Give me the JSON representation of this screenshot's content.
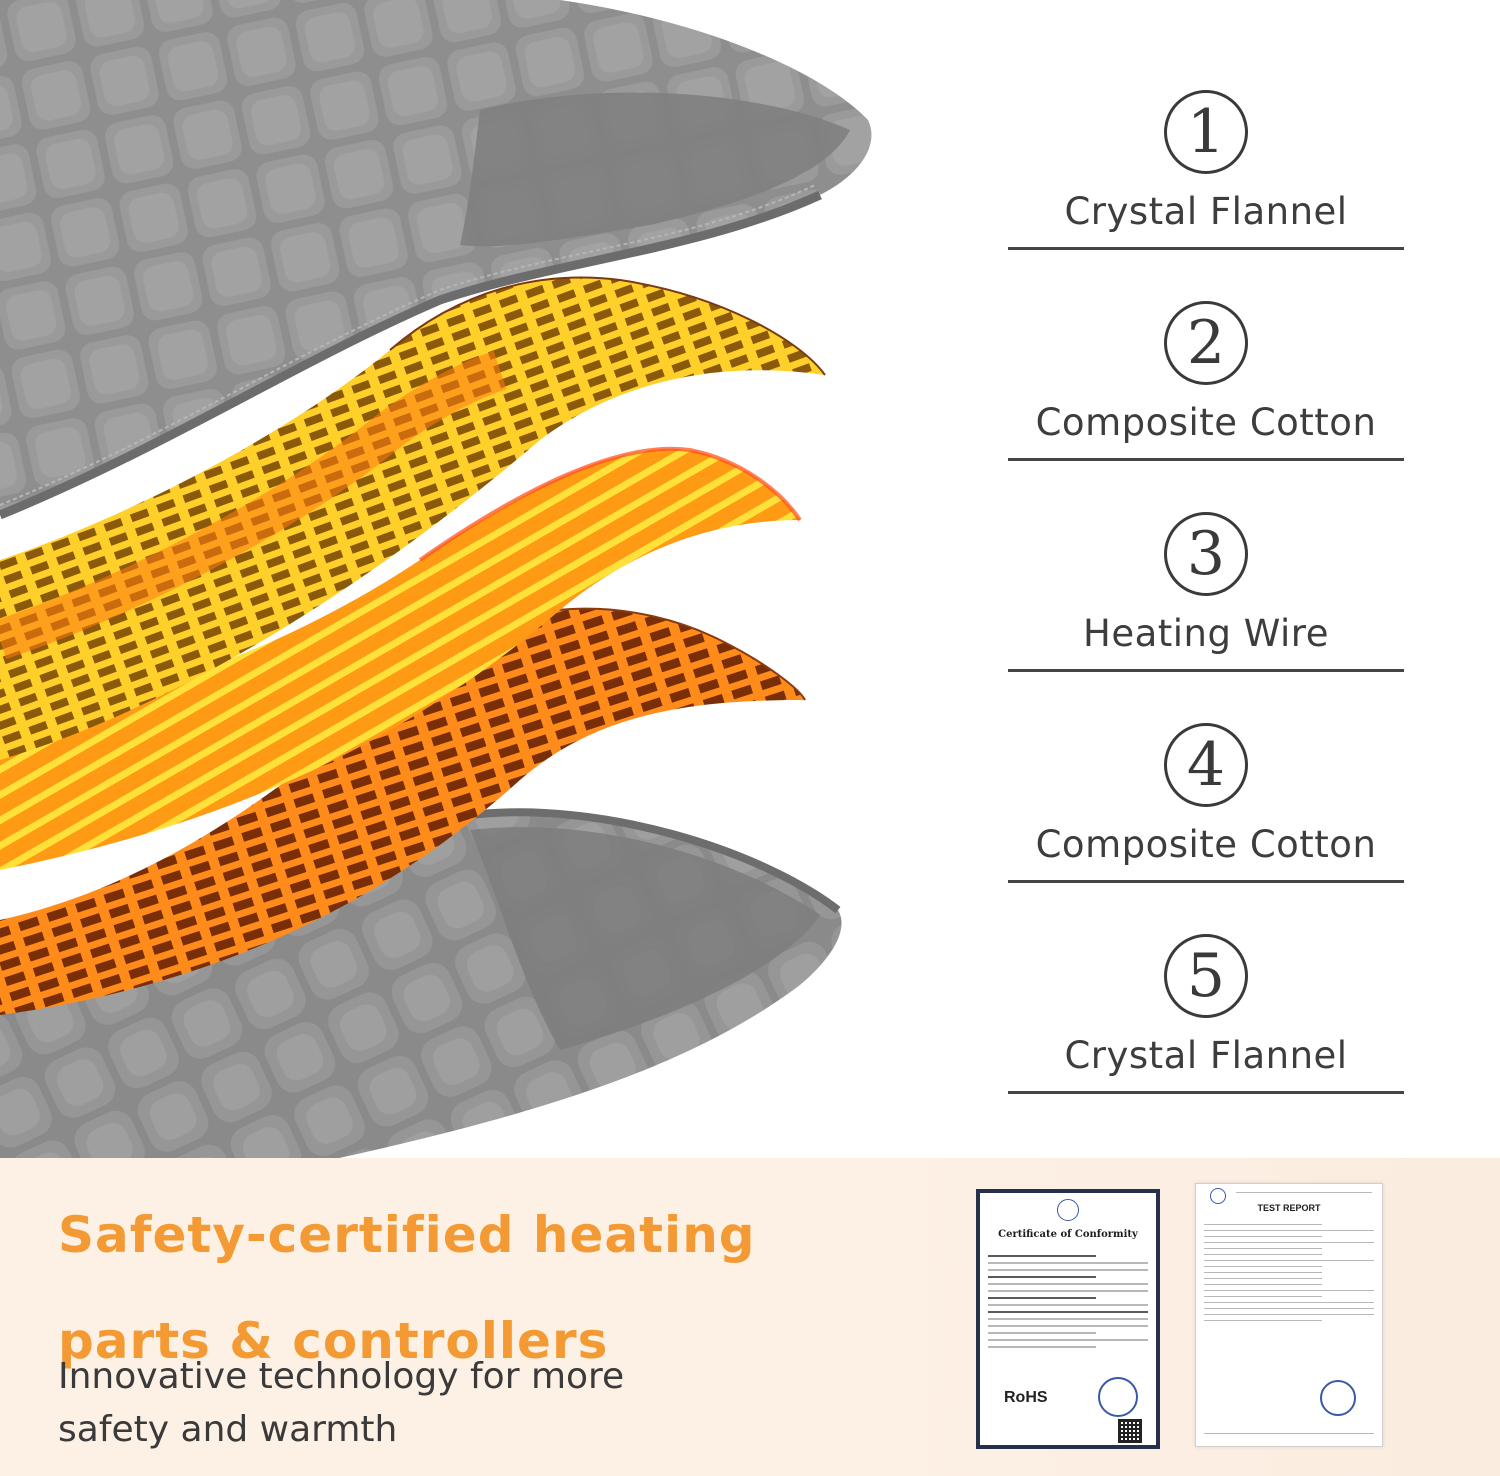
{
  "layers": [
    {
      "number": "1",
      "name": "Crystal Flannel"
    },
    {
      "number": "2",
      "name": "Composite Cotton"
    },
    {
      "number": "3",
      "name": "Heating Wire"
    },
    {
      "number": "4",
      "name": "Composite Cotton"
    },
    {
      "number": "5",
      "name": "Crystal Flannel"
    }
  ],
  "banner": {
    "headline_line1": "Safety-certified  heating",
    "headline_line2": "parts  &  controllers",
    "subline_line1": "Innovative technology for more",
    "subline_line2": "safety and warmth"
  },
  "certificates": {
    "conformity_title": "Certificate of Conformity",
    "conformity_mark": "RoHS",
    "report_title": "TEST REPORT"
  },
  "colors": {
    "headline": "#f39a35",
    "flannel": "#8d8d8d",
    "heating_orange": "#f57a12",
    "heating_yellow": "#ffd21a",
    "band": "#fdf0e4"
  }
}
